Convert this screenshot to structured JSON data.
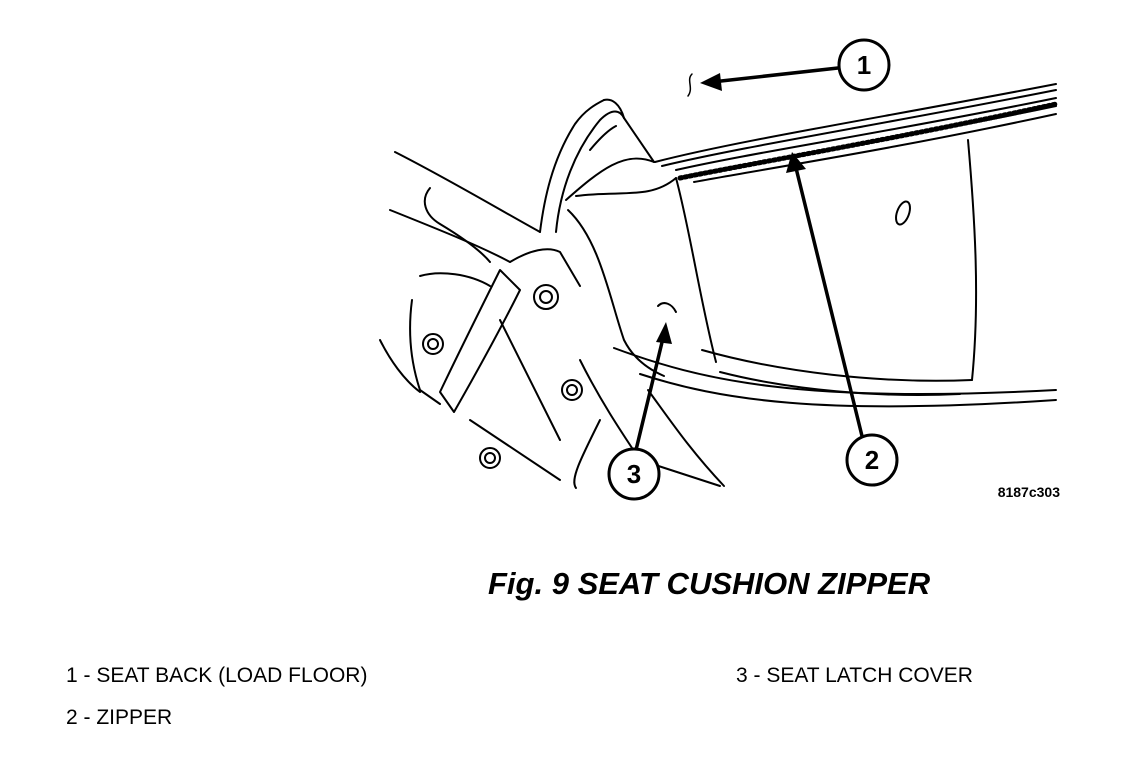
{
  "figure": {
    "code": "8187c303",
    "caption": "Fig. 9 SEAT CUSHION ZIPPER"
  },
  "callouts": [
    {
      "number": "1",
      "label": "1 - SEAT BACK (LOAD FLOOR)"
    },
    {
      "number": "2",
      "label": "2 - ZIPPER"
    },
    {
      "number": "3",
      "label": "3 - SEAT LATCH COVER"
    }
  ],
  "colors": {
    "ink": "#000000",
    "paper": "#ffffff"
  }
}
